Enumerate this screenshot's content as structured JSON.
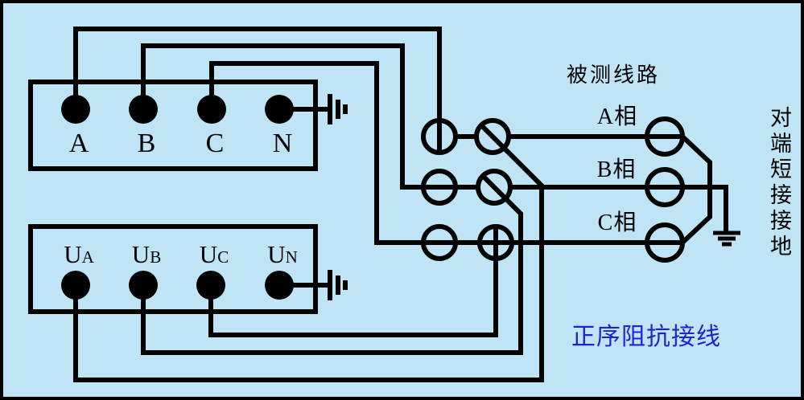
{
  "diagram": {
    "kind": "wiring-schematic",
    "colors": {
      "background": "#BEE4F6",
      "wire": "#000000",
      "label_text": "#000000",
      "title_text": "#2222CC"
    },
    "icons": {
      "ground": "earth-ground",
      "terminal_dot": "filled-circle-terminal",
      "instrument_terminal": "circle-terminal"
    },
    "upper_box": {
      "terminals": [
        "A",
        "B",
        "C",
        "N"
      ]
    },
    "lower_box": {
      "terminals": [
        {
          "base": "U",
          "sub": "A"
        },
        {
          "base": "U",
          "sub": "B"
        },
        {
          "base": "U",
          "sub": "C"
        },
        {
          "base": "U",
          "sub": "N"
        }
      ]
    },
    "labels": {
      "tested_line": "被测线路",
      "phases": [
        {
          "label": "A相"
        },
        {
          "label": "B相"
        },
        {
          "label": "C相"
        }
      ],
      "far_end_vertical": "对端短接接地",
      "title": "正序阻抗接线"
    }
  }
}
